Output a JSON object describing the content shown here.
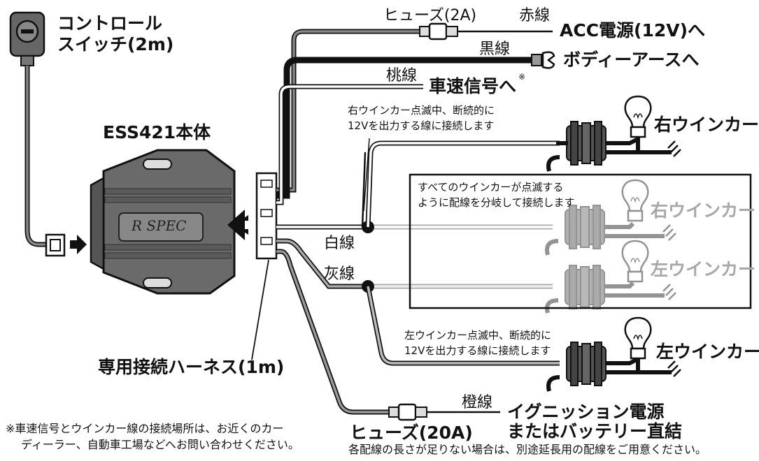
{
  "switch": {
    "label_line1": "コントロール",
    "label_line2": "スイッチ(2m)"
  },
  "unit": {
    "label": "ESS421本体",
    "logo": "R SPEC"
  },
  "harness": {
    "label": "専用接続ハーネス(1m)"
  },
  "wires": {
    "red": {
      "color_label": "赤線",
      "fuse": "ヒューズ(2A)",
      "dest": "ACC電源(12V)へ"
    },
    "black": {
      "color_label": "黒線",
      "dest": "ボディーアースへ"
    },
    "pink": {
      "color_label": "桃線",
      "dest": "車速信号へ",
      "mark": "※"
    },
    "white": {
      "color_label": "白線"
    },
    "gray": {
      "color_label": "灰線"
    },
    "orange": {
      "color_label": "橙線",
      "fuse": "ヒューズ(20A)",
      "dest_line1": "イグニッション電源",
      "dest_line2": "またはバッテリー直結"
    }
  },
  "notes": {
    "right_signal_line1": "右ウインカー点滅中、断続的に",
    "right_signal_line2": "12Vを出力する線に接続します",
    "left_signal_line1": "左ウインカー点滅中、断続的に",
    "left_signal_line2": "12Vを出力する線に接続します",
    "box_line1": "すべてのウインカーが点滅する",
    "box_line2": "ように配線を分岐して接続します",
    "footnote_line1": "※車速信号とウインカー線の接続場所は、お近くのカー",
    "footnote_line2": "ディーラー、自動車工場などへお問い合わせください。",
    "bottom": "各配線の長さが足りない場合は、別途延長用の配線をご用意ください。"
  },
  "blinkers": {
    "right_top": "右ウインカー",
    "right_box": "右ウインカー",
    "left_box": "左ウインカー",
    "left_bottom": "左ウインカー"
  }
}
